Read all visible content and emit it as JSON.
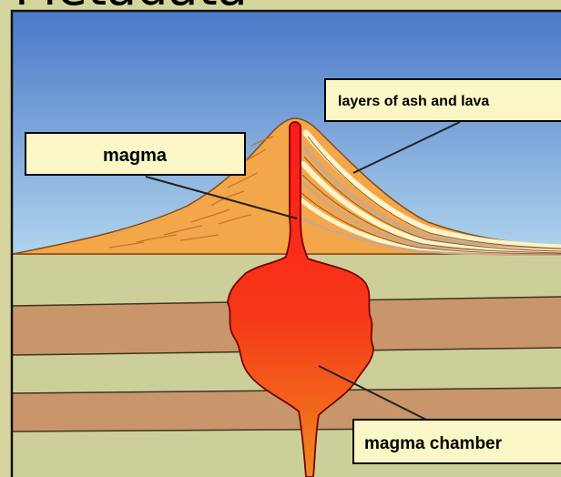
{
  "slide": {
    "title": "Metadata"
  },
  "labels": {
    "ash_lava": "layers of ash and lava",
    "magma": "magma",
    "chamber": "magma chamber"
  },
  "colors": {
    "slide_background": "#d4d49c",
    "sky_top": "#4a78c8",
    "sky_bottom": "#b8dcf0",
    "volcano": "#f4a64a",
    "ground_light": "#cccf9a",
    "ground_dark": "#c8966a",
    "magma_top": "#ff1a1a",
    "magma_bottom": "#f08a20",
    "label_box": "#fbf7c7"
  }
}
